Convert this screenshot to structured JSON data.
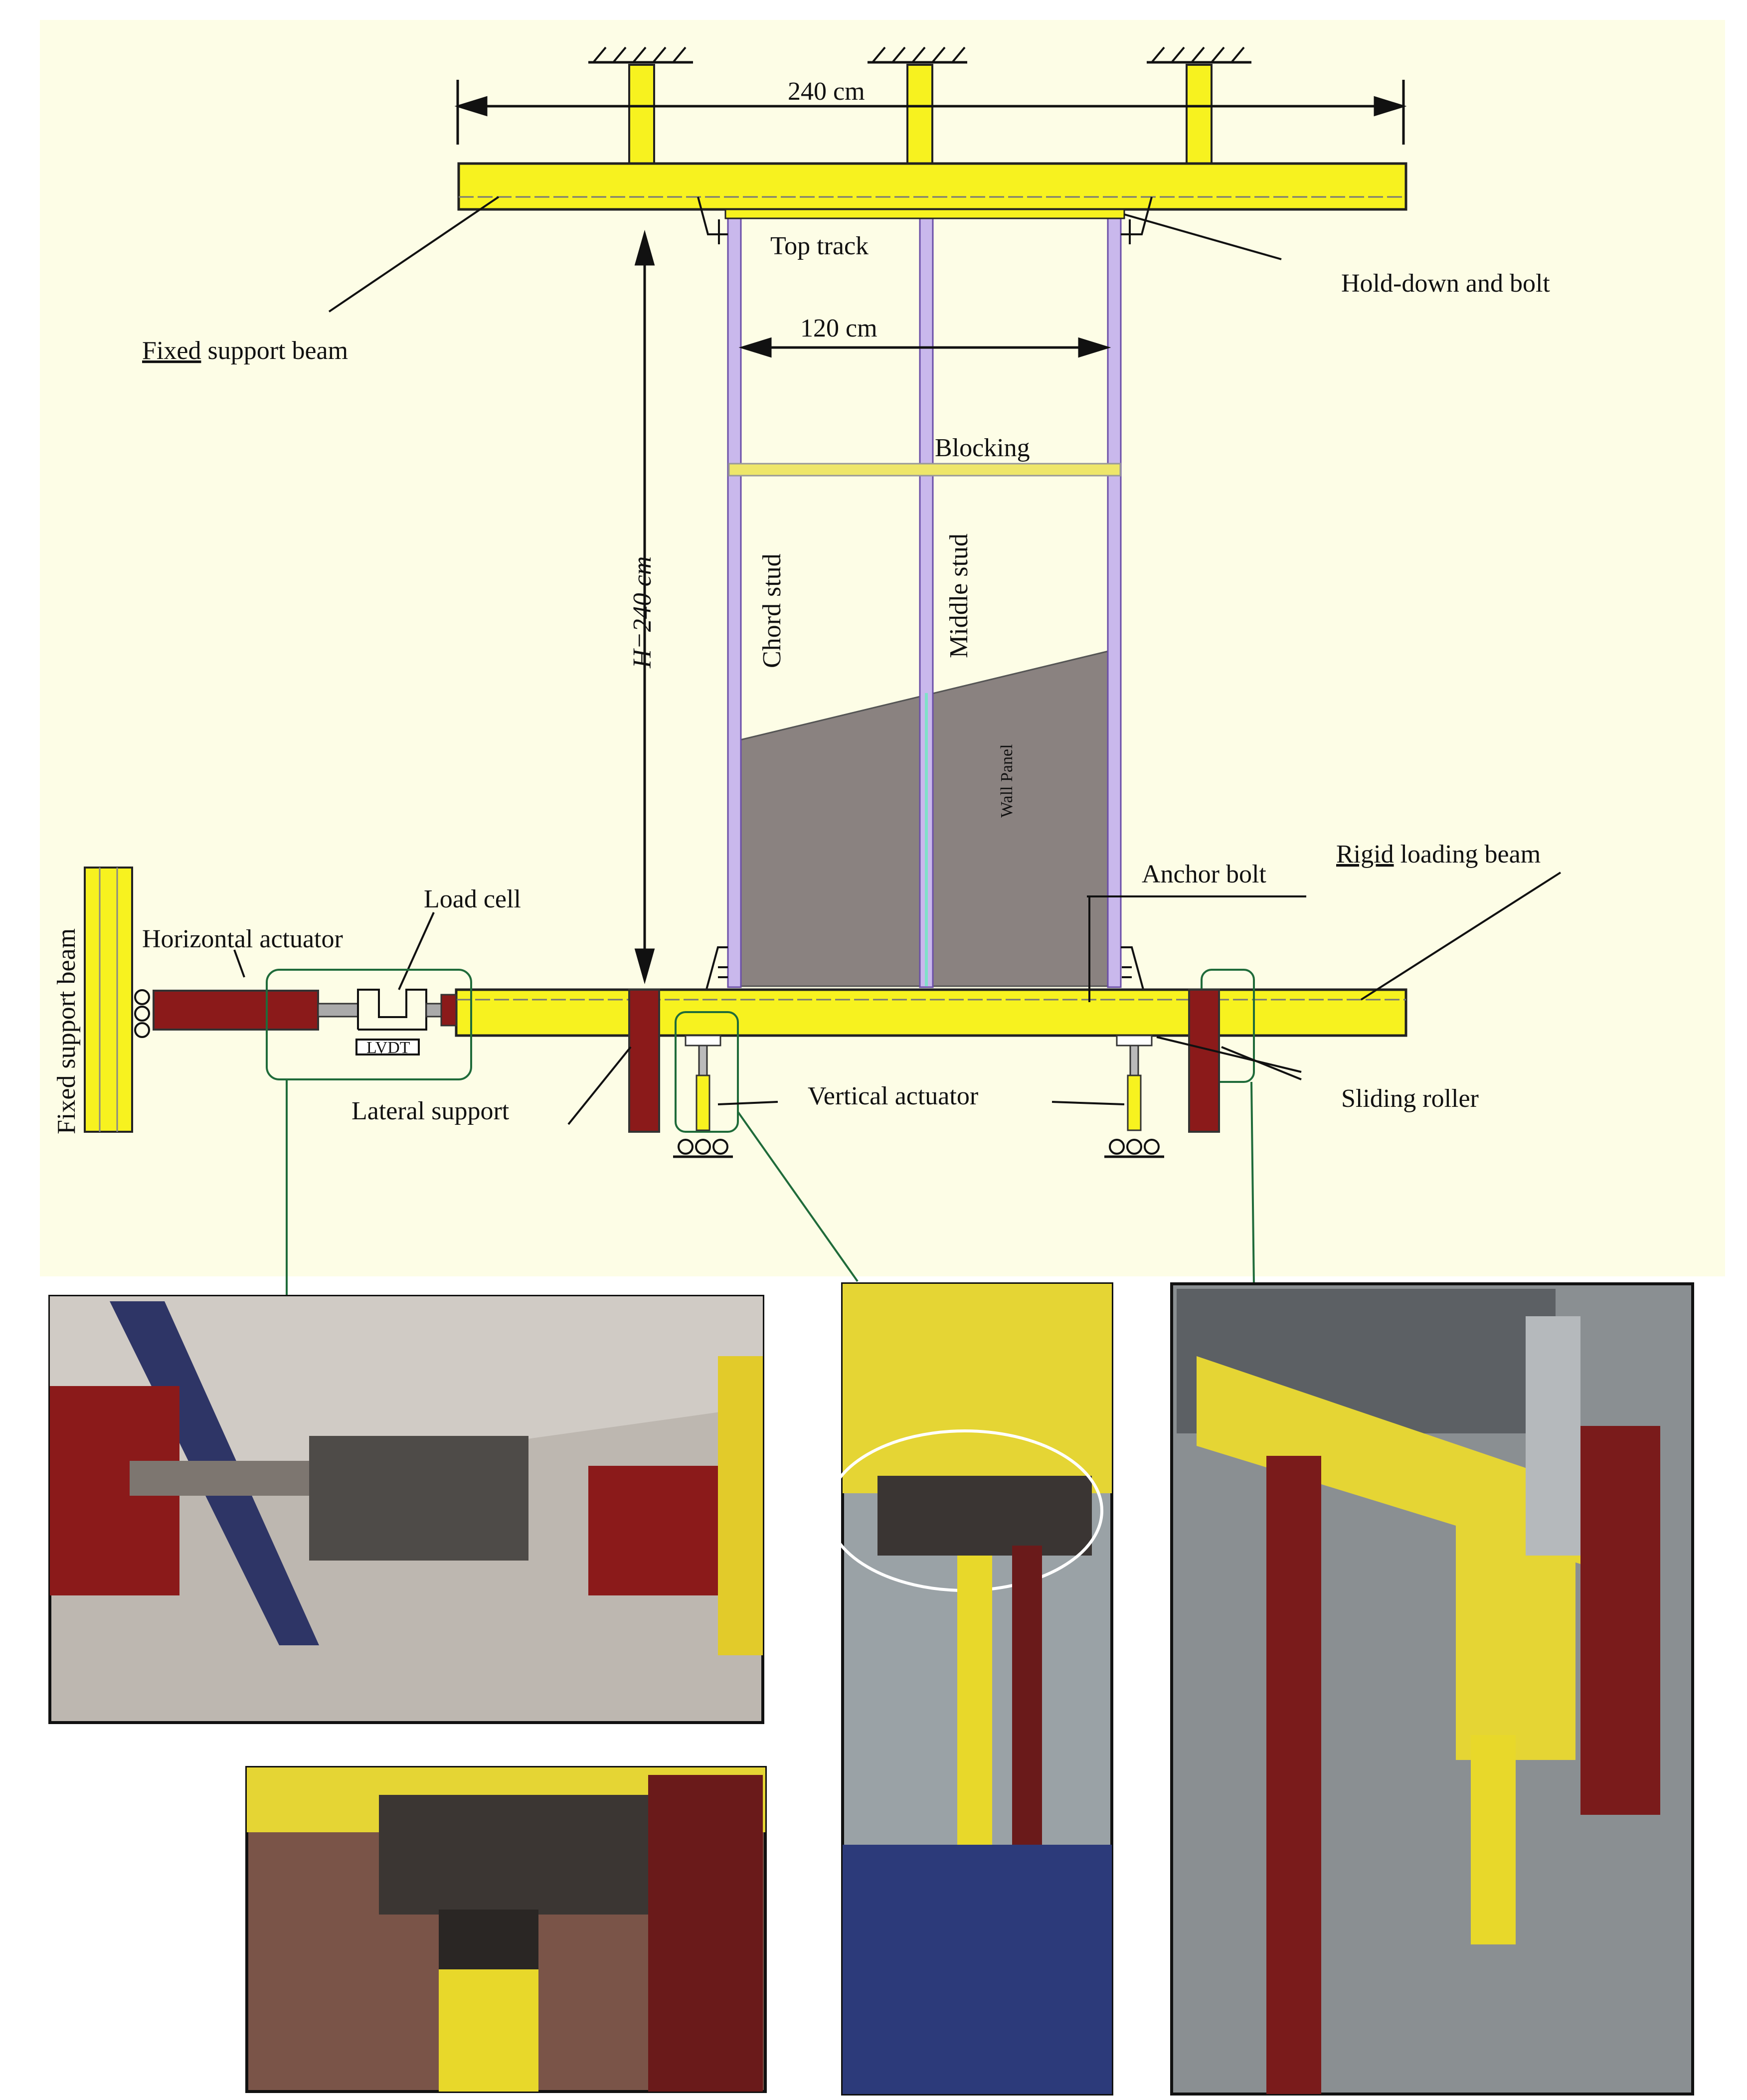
{
  "labels": {
    "top_width": "240 cm",
    "top_track": "Top track",
    "hold_down": "Hold-down and bolt",
    "fixed_support_beam_top_u": "Fixed",
    "fixed_support_beam_top_rest": " support beam",
    "inner_width": "120 cm",
    "blocking": "Blocking",
    "height": "H=240 cm",
    "chord_stud": "Chord stud",
    "middle_stud": "Middle stud",
    "wall_panel": "Wall Panel",
    "rigid_u": "Rigid",
    "rigid_rest": " loading beam",
    "anchor_bolt": "Anchor bolt",
    "load_cell": "Load cell",
    "horizontal_actuator": "Horizontal actuator",
    "fixed_support_beam_left": "Fixed support beam",
    "lvdt": "LVDT",
    "lateral_support": "Lateral support",
    "vertical_actuator": "Vertical actuator",
    "sliding_roller": "Sliding roller"
  },
  "photos": [
    {
      "name": "photo-load-cell-lvdt",
      "desc": "horizontal-actuator-connection"
    },
    {
      "name": "photo-vertical-actuator-top",
      "desc": "vertical-actuator-head"
    },
    {
      "name": "photo-vertical-actuator",
      "desc": "vertical-actuator"
    },
    {
      "name": "photo-sliding-roller",
      "desc": "sliding-roller"
    }
  ],
  "colors": {
    "steel_yellow": "#f7f21f",
    "steel_red": "#8b1a1a",
    "panel_gray": "#8a8280",
    "stud_purple": "#b9a7e0",
    "background": "#fdfde8",
    "leader_green": "#1f6b3a"
  }
}
